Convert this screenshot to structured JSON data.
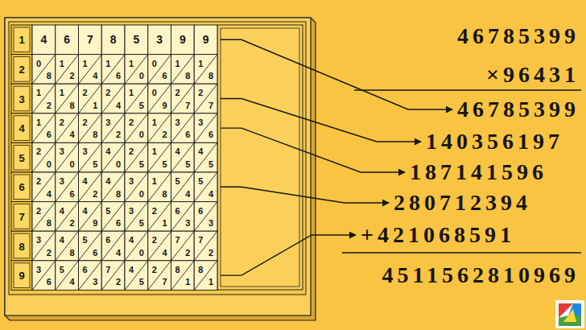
{
  "diagram": {
    "labels": [
      "1",
      "4",
      "6",
      "7",
      "8",
      "5",
      "3",
      "9",
      "9",
      "2",
      "0",
      "8",
      "1",
      "2",
      "1",
      "4",
      "1",
      "6",
      "1",
      "0",
      "0",
      "6",
      "1",
      "8",
      "1",
      "8",
      "3",
      "1",
      "2",
      "1",
      "8",
      "2",
      "1",
      "2",
      "4",
      "1",
      "5",
      "0",
      "9",
      "2",
      "7",
      "2",
      "7",
      "4",
      "1",
      "6",
      "2",
      "4",
      "2",
      "8",
      "3",
      "2",
      "2",
      "0",
      "1",
      "2",
      "3",
      "6",
      "3",
      "6",
      "5",
      "2",
      "0",
      "3",
      "0",
      "3",
      "5",
      "4",
      "0",
      "2",
      "5",
      "1",
      "5",
      "4",
      "5",
      "4",
      "5",
      "6",
      "2",
      "4",
      "3",
      "6",
      "4",
      "2",
      "4",
      "8",
      "3",
      "0",
      "1",
      "8",
      "5",
      "4",
      "5",
      "4",
      "7",
      "2",
      "8",
      "4",
      "2",
      "4",
      "9",
      "5",
      "6",
      "3",
      "5",
      "2",
      "1",
      "6",
      "3",
      "6",
      "3",
      "8",
      "3",
      "2",
      "4",
      "8",
      "5",
      "6",
      "6",
      "4",
      "4",
      "0",
      "2",
      "4",
      "7",
      "2",
      "7",
      "2",
      "9",
      "3",
      "6",
      "5",
      "4",
      "6",
      "3",
      "7",
      "2",
      "4",
      "5",
      "2",
      "7",
      "8",
      "1",
      "8",
      "1",
      "46785399",
      "×96431",
      "46785399",
      "140356197",
      "187141596",
      "280712394",
      "+421068591",
      "4511562810969"
    ]
  }
}
